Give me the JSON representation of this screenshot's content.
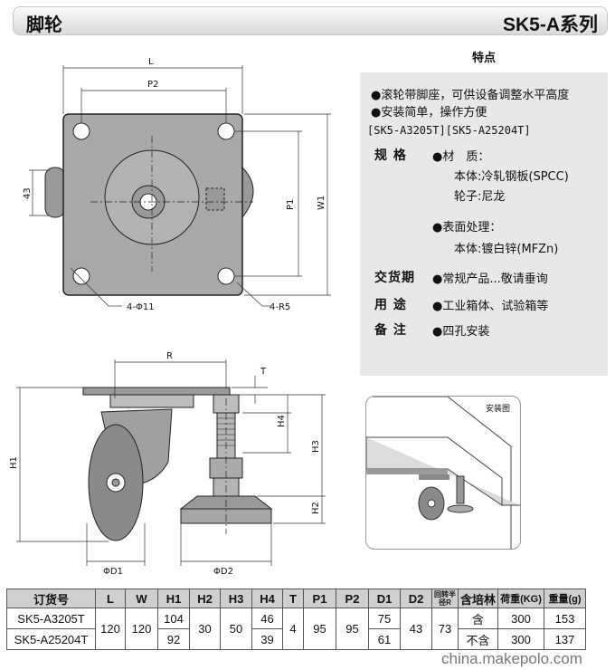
{
  "header": {
    "title": "脚轮",
    "series": "SK5-A系列"
  },
  "drawing_labels": {
    "L": "L",
    "P2": "P2",
    "P1": "P1",
    "W1": "W1",
    "d43": "43",
    "holes": "4-Φ11",
    "radius": "4-R5",
    "R": "R",
    "T": "T",
    "H4": "H4",
    "H3": "H3",
    "H2": "H2",
    "H1": "H1",
    "D1": "ΦD1",
    "D2": "ΦD2"
  },
  "features": {
    "title": "特点",
    "items": [
      "●滚轮带脚座，可供设备调整水平高度",
      "●安装简单，操作方便"
    ],
    "models": "[SK5-A3205T][SK5-A25204T]",
    "spec_label": "规 格",
    "material": "●材　质：",
    "body": "本体:冷轧钢板(SPCC)",
    "wheel": "轮子:尼龙",
    "surface": "●表面处理：",
    "surface_body": "本体:镀白锌(MFZn)",
    "delivery_label": "交货期",
    "delivery": "●常规产品...敬请垂询",
    "use_label": "用 途",
    "use": "●工业箱体、试验箱等",
    "note_label": "备 注",
    "note": "●四孔安装"
  },
  "install": {
    "label": "安装图"
  },
  "table": {
    "headers": [
      "订货号",
      "L",
      "W",
      "H1",
      "H2",
      "H3",
      "H4",
      "T",
      "P1",
      "P2",
      "D1",
      "D2",
      "回转半径R",
      "含培林",
      "荷重(KG)",
      "重量(g)"
    ],
    "rows": [
      {
        "code": "SK5-A3205T",
        "H1": "104",
        "H4": "46",
        "D1": "75",
        "bearing": "含",
        "load": "300",
        "weight": "153"
      },
      {
        "code": "SK5-A25204T",
        "H1": "92",
        "H4": "39",
        "D1": "61",
        "bearing": "不含",
        "load": "300",
        "weight": "137"
      }
    ],
    "shared": {
      "L": "120",
      "W": "120",
      "H2": "30",
      "H3": "50",
      "T": "4",
      "P1": "95",
      "P2": "95",
      "D2": "43",
      "R": "73"
    }
  },
  "watermark": "china.makepolo.com"
}
